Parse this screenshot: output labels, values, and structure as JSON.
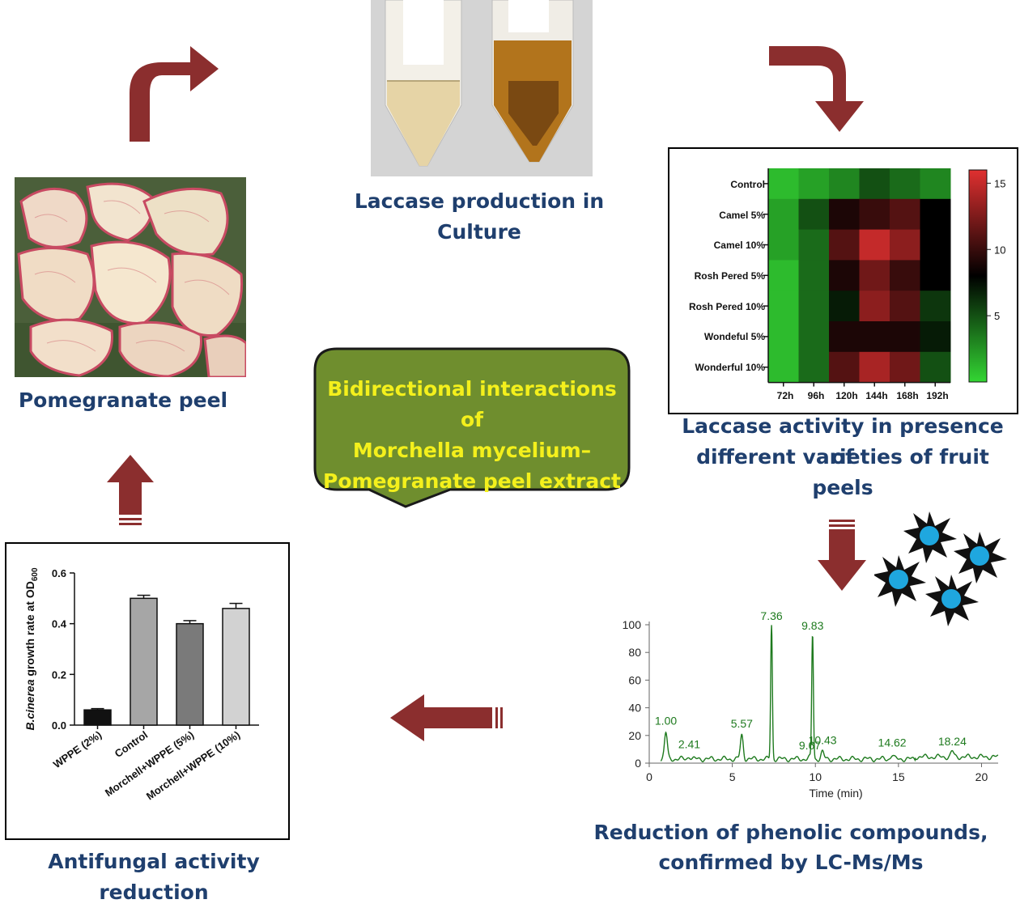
{
  "center_bubble": {
    "lines": [
      "Bidirectional  interactions of",
      "Morchella mycelium–",
      "Pomegranate peel extract"
    ]
  },
  "captions": {
    "pomegranate": "Pomegranate peel",
    "culture": "Laccase production in Culture",
    "laccase_activity_line1": "Laccase  activity in presence of",
    "laccase_activity_line2": "different varieties of fruit peels",
    "phenolic_line1": "Reduction of phenolic compounds,",
    "phenolic_line2": "confirmed by LC-Ms/Ms",
    "antifungal": "Antifungal activity reduction"
  },
  "colors": {
    "arrow": "#8b2e2e",
    "caption": "#1f3f6e",
    "bubble_fill": "#6f8e2e",
    "bubble_text": "#f4f01c",
    "chromatogram": "#1e7a1e"
  },
  "chart_data": [
    {
      "type": "heatmap",
      "title": "",
      "rows": [
        "Control",
        "Camel 5%",
        "Camel 10%",
        "Rosh Pered 5%",
        "Rosh Pered 10%",
        "Wondeful 5%",
        "Wonderful 10%"
      ],
      "columns": [
        "72h",
        "96h",
        "120h",
        "144h",
        "168h",
        "192h"
      ],
      "values": [
        [
          1,
          2,
          3,
          5,
          4,
          3
        ],
        [
          2,
          5,
          9,
          10,
          11,
          8
        ],
        [
          2,
          4,
          11,
          15,
          13,
          8
        ],
        [
          1,
          4,
          9,
          12,
          10,
          8
        ],
        [
          1,
          4,
          7,
          13,
          11,
          6
        ],
        [
          1,
          4,
          9,
          9,
          9,
          7
        ],
        [
          1,
          4,
          11,
          14,
          12,
          5
        ]
      ],
      "colorbar_ticks": [
        5,
        10,
        15
      ],
      "colorbar_range": [
        0,
        16
      ],
      "colorscale": [
        "#33d633",
        "#000000",
        "#e03030"
      ]
    },
    {
      "type": "line",
      "title": "",
      "xlabel": "Time (min)",
      "ylabel": "",
      "xlim": [
        0,
        21
      ],
      "ylim": [
        0,
        100
      ],
      "xticks": [
        0,
        5,
        10,
        15,
        20
      ],
      "yticks": [
        0,
        20,
        40,
        60,
        80,
        100
      ],
      "peaks": [
        {
          "x": 1.0,
          "y": 22,
          "label": "1.00"
        },
        {
          "x": 2.41,
          "y": 5,
          "label": "2.41"
        },
        {
          "x": 5.57,
          "y": 20,
          "label": "5.57"
        },
        {
          "x": 7.36,
          "y": 100,
          "label": "7.36"
        },
        {
          "x": 9.67,
          "y": 4,
          "label": "9.67"
        },
        {
          "x": 9.83,
          "y": 93,
          "label": "9.83"
        },
        {
          "x": 10.43,
          "y": 8,
          "label": "10.43"
        },
        {
          "x": 14.62,
          "y": 6,
          "label": "14.62"
        },
        {
          "x": 18.24,
          "y": 7,
          "label": "18.24"
        }
      ]
    },
    {
      "type": "bar",
      "title": "",
      "ylabel": "B.cinerea growth rate at OD600",
      "ylabel_italic_part": "B.cinerea",
      "ylabel_rest": " growth rate at OD",
      "ylabel_sub": "600",
      "categories": [
        "WPPE (2%)",
        "Control",
        "Morchell+WPPE (5%)",
        "Morchell+WPPE (10%)"
      ],
      "values": [
        0.06,
        0.5,
        0.4,
        0.46
      ],
      "errors": [
        0.005,
        0.012,
        0.012,
        0.02
      ],
      "bar_colors": [
        "#111111",
        "#a6a6a6",
        "#7a7a7a",
        "#d2d2d2"
      ],
      "ylim": [
        0,
        0.6
      ],
      "yticks": [
        "0.0",
        "0.2",
        "0.4",
        "0.6"
      ]
    }
  ]
}
